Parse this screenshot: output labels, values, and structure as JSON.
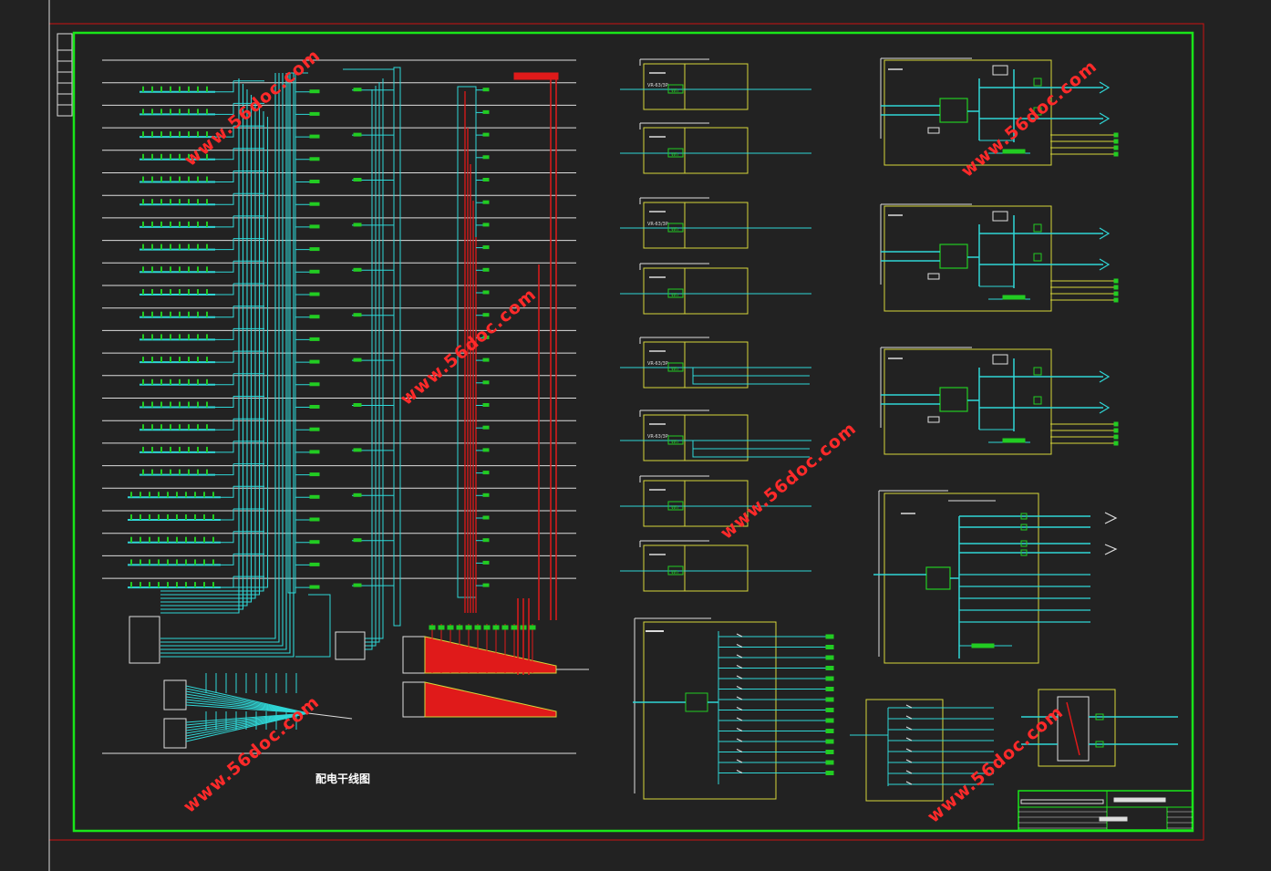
{
  "drawing": {
    "caption": "配电干线图",
    "watermark": "www.56doc.com",
    "meter_label": "Wh",
    "breaker_label": "VR-63/3P",
    "colors": {
      "background": "#222222",
      "outer_frame": "#cc1111",
      "inner_frame": "#19e619",
      "trunk_lines": "#2fd6d6",
      "fire_lines": "#e01a1a",
      "panel_boxes": "#d6d63a",
      "components": "#22cc22",
      "thin_lines": "#dddddd"
    }
  }
}
